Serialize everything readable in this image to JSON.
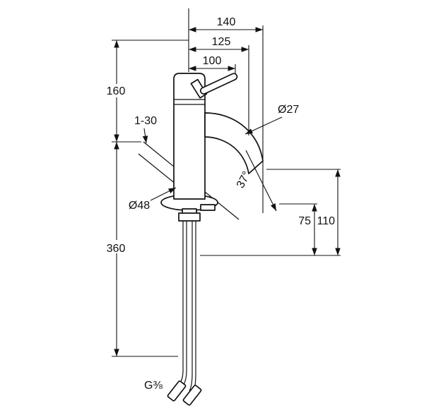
{
  "colors": {
    "line": "#111111",
    "background": "#ffffff"
  },
  "dimensions": {
    "width_140": "140",
    "width_125": "125",
    "width_100": "100",
    "height_160": "160",
    "deck_range": "1-30",
    "spout_diameter": "Ø27",
    "base_diameter": "Ø48",
    "spout_angle": "37°",
    "height_75": "75",
    "height_110": "110",
    "hose_length_360": "360",
    "thread_size": "G⅜"
  }
}
